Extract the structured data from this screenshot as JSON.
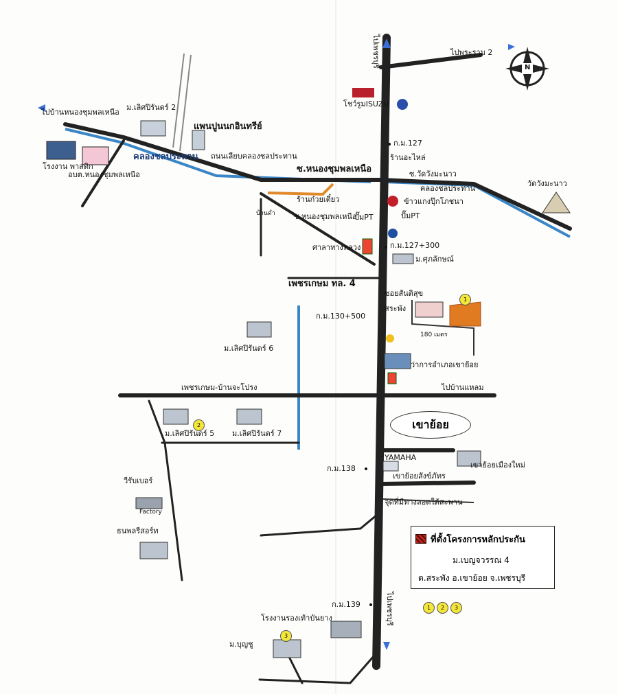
{
  "labels": {
    "to_phetchaburi_north": "ไปเพชรบุรี",
    "to_phra_ram_2": "ไปพระราม 2",
    "to_ban_nong_chumphon_nuea": "ไปบ้านหนองชุมพลเหนือ",
    "moo_lertsiri_2": "ม.เลิศปิรันดร์ 2",
    "pan_pun_nok": "แพนปูนนกอินทรีย์",
    "khlong_chonprathan": "คลองชลประทาน",
    "side_road": "ถนนเลียบคลองชลประทาน",
    "soi_nong_chumphon": "ซ.หนองชุมพลเหนือ",
    "plastic_factory": "โรงงาน พาสติก",
    "obt": "อบต.หนองชุมพลเหนือ",
    "isuzu": "โชว์รูมISUZU",
    "km127": "ก.ม.127",
    "spare_parts": "ร้านอะไหล่",
    "soi_wat": "ซ.วัดวังมะนาว",
    "khlong_label2": "คลองชลประทาน",
    "wat": "วัดวังมะนาว",
    "khao_kaeng": "ข้าวแกงปุ๊กโภชนา",
    "pump1": "ปั๊มPT",
    "pump2": "ปั๊มPT",
    "bak_prasong": "ร้านก๋วยเตี๋ยว",
    "soi_nong_chumphon2": "ซ.หนองชุมพลเหนือ",
    "house_small": "บ้านดำ",
    "sala": "ศาลาทางหลวง",
    "km127_300": "ก.ม.127+300",
    "moo_supalak": "ม.ศุภลักษณ์",
    "phetkasem": "เพชรเกษม ทล. 4",
    "soi_sanpitsuk": "ซอยสันติสุข",
    "km130_500": "ก.ม.130+500",
    "sapang": "สระพัง",
    "dist_180": "180 เมตร",
    "moo_lertsiri_6": "ม.เลิศปิรันดร์ 6",
    "amphoe_office": "ว่าการอำเภอเขาย้อย",
    "road_bang_chaprong": "เพชรเกษม-บ้านจะโปรง",
    "to_ban_laem": "ไปบ้านแหลม",
    "town": "เขาย้อย",
    "moo_lertsiri_5": "ม.เลิศปิรันดร์ 5",
    "moo_lertsiri_7": "ม.เลิศปิรันดร์ 7",
    "yamaha": "YAMAHA",
    "km138": "ก.ม.138",
    "khaoyoi_mueang_mai": "เขาย้อยเมืองใหม่",
    "khaoyoi_sangkhom": "เขาย้อยสังข์ภัทร",
    "bridge": "จุดที่มีทางลอดใต้สะพาน",
    "rubber": "วีรับเบอร์",
    "factory": "Factory",
    "thanapol": "ธนพลรีสอร์ท",
    "km139": "ก.ม.139",
    "shoe_factory": "โรงงานรองเท้าบันยาง",
    "to_phetchaburi_south": "ไปเพชรบุรี",
    "moo_bunchu": "ม.บุญชู",
    "compass_n": "N"
  },
  "legend": {
    "title": "ที่ตั้งโครงการหลักประกัน",
    "village": "ม.เบญจวรรณ 4",
    "address": "ต.สระพัง อ.เขาย้อย จ.เพชรบุรี"
  },
  "markers": [
    "1",
    "2",
    "3"
  ],
  "colors": {
    "road": "#222222",
    "canal": "#3a86c6",
    "orange_road": "#e08a2c",
    "site": "#e07b22",
    "arrow": "#3a6fd8"
  }
}
